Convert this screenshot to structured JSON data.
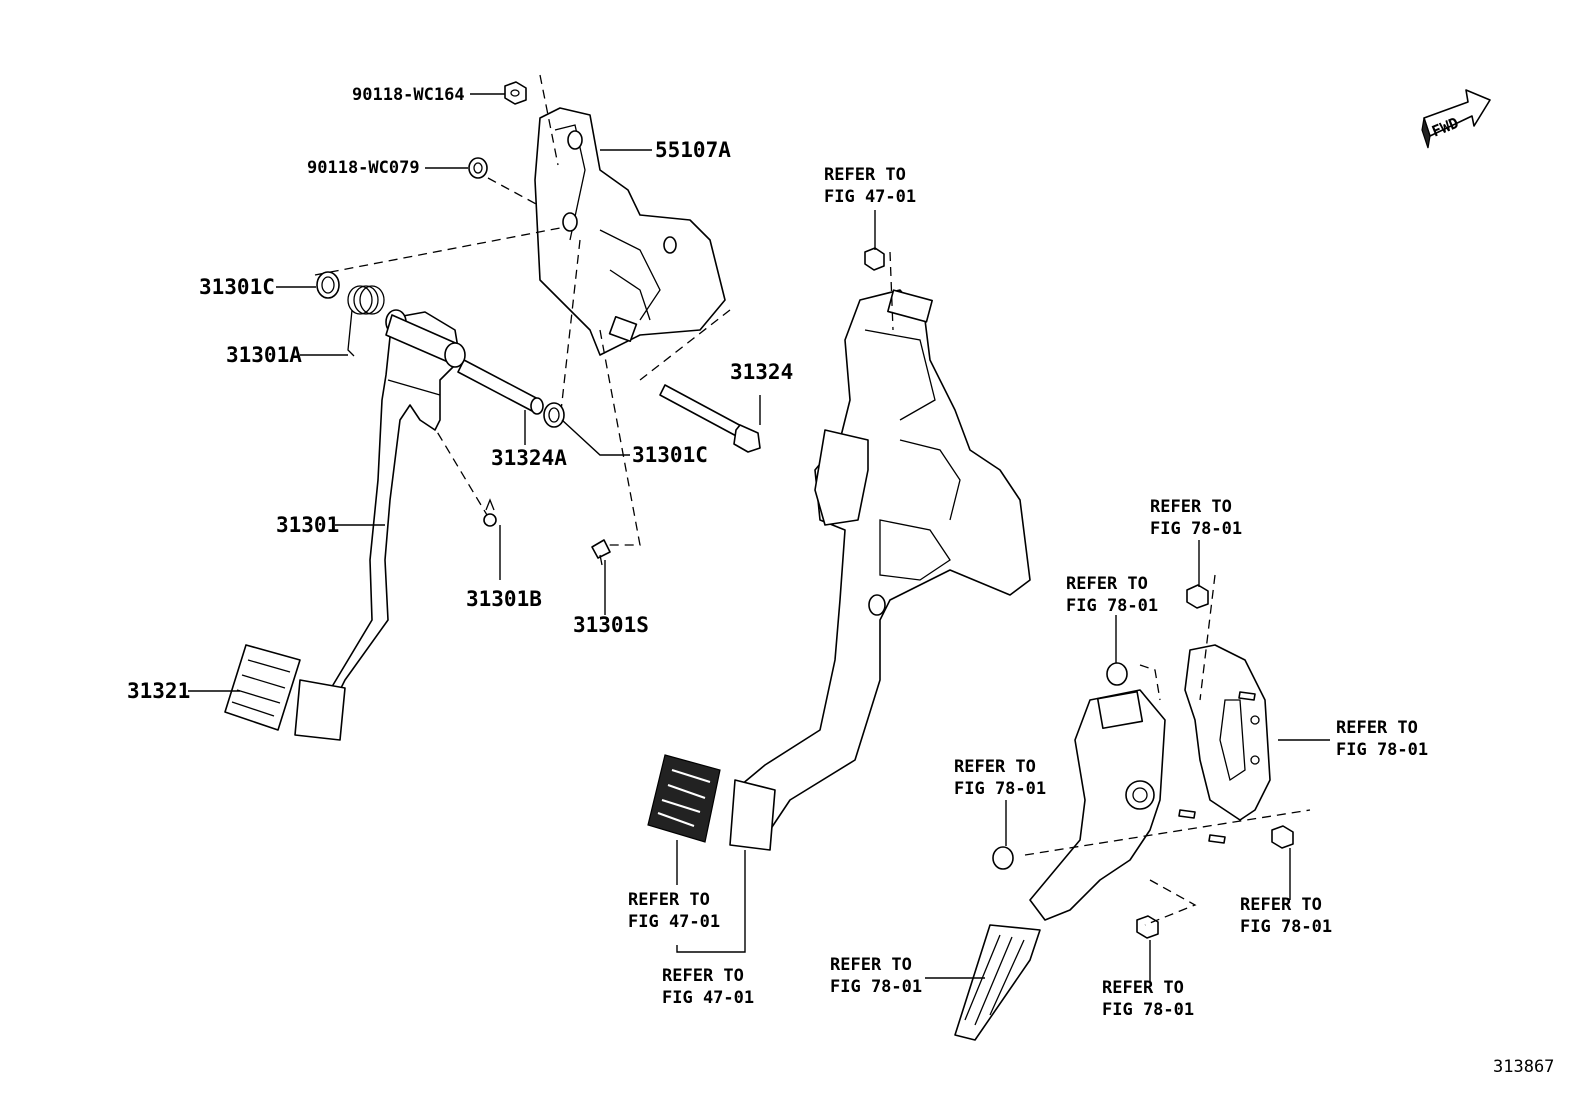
{
  "diagram_id": "313867",
  "fwd_label": "FWD",
  "labels": {
    "nut_90118_wc164": "90118-WC164",
    "nut_90118_wc079": "90118-WC079",
    "bracket_55107a": "55107A",
    "bushing_31301c_top": "31301C",
    "spring_31301a": "31301A",
    "pedal_31301": "31301",
    "pad_31321": "31321",
    "collar_31324a": "31324A",
    "bushing_31301c_bottom": "31301C",
    "bolt_31324": "31324",
    "clip_31301b": "31301B",
    "screw_31301s": "31301S"
  },
  "refers": {
    "brake_nut": [
      "REFER TO",
      "FIG 47-01"
    ],
    "brake_pad": [
      "REFER TO",
      "FIG 47-01"
    ],
    "brake_assy": [
      "REFER TO",
      "FIG 47-01"
    ],
    "accel_nut_top": [
      "REFER TO",
      "FIG 78-01"
    ],
    "accel_nut_upper_left": [
      "REFER TO",
      "FIG 78-01"
    ],
    "accel_bracket": [
      "REFER TO",
      "FIG 78-01"
    ],
    "accel_nut_left": [
      "REFER TO",
      "FIG 78-01"
    ],
    "accel_nut_right": [
      "REFER TO",
      "FIG 78-01"
    ],
    "accel_pedal": [
      "REFER TO",
      "FIG 78-01"
    ],
    "accel_nut_bottom": [
      "REFER TO",
      "FIG 78-01"
    ]
  }
}
